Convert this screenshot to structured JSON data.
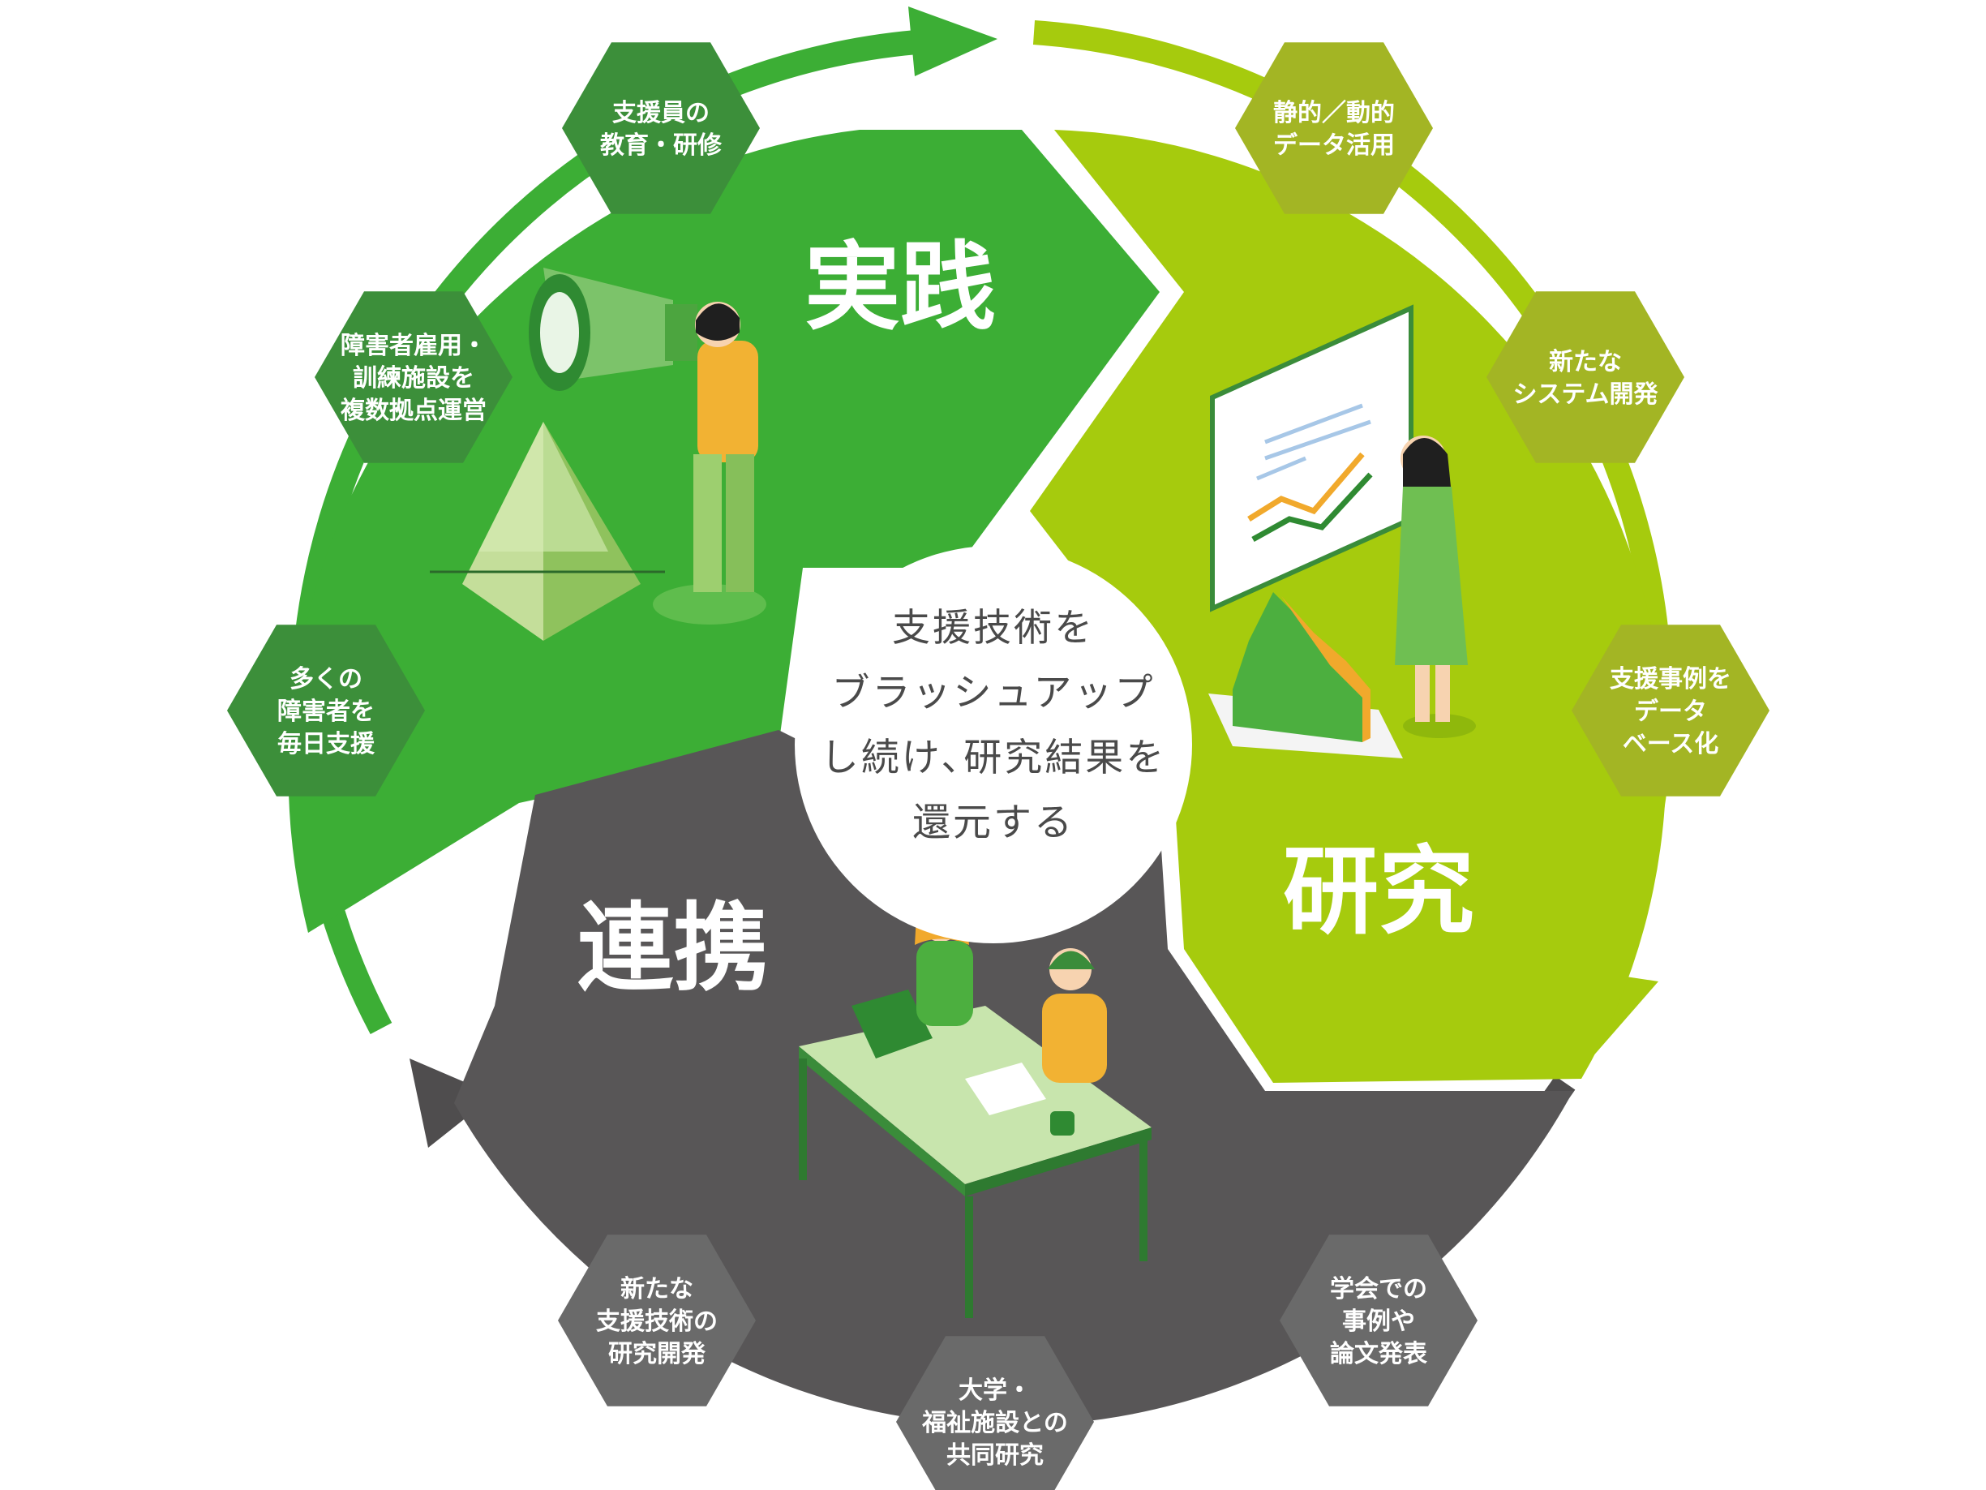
{
  "colors": {
    "practice": "#3cae35",
    "practice_dark": "#3c8f3a",
    "research": "#a6cb0d",
    "research_dark": "#a3b524",
    "collab": "#585657",
    "collab_dark": "#6a6a6a",
    "arrow_practice": "#3cae35",
    "arrow_research": "#a6cb0d",
    "arrow_collab": "#4f4d4e"
  },
  "segments": {
    "practice_label": "実践",
    "research_label": "研究",
    "collab_label": "連携"
  },
  "center": {
    "lines": [
      "支援技術を",
      "ブラッシュアップ",
      "し続け､研究結果を",
      "還元する"
    ]
  },
  "hexagons": [
    {
      "id": "hex-staff-training",
      "lines": [
        "支援員の",
        "教育・研修"
      ],
      "group": "practice"
    },
    {
      "id": "hex-multi-site",
      "lines": [
        "障害者雇用・",
        "訓練施設を",
        "複数拠点運営"
      ],
      "group": "practice"
    },
    {
      "id": "hex-daily-support",
      "lines": [
        "多くの",
        "障害者を",
        "毎日支援"
      ],
      "group": "practice"
    },
    {
      "id": "hex-data-use",
      "lines": [
        "静的／動的",
        "データ活用"
      ],
      "group": "research"
    },
    {
      "id": "hex-new-system",
      "lines": [
        "新たな",
        "システム開発"
      ],
      "group": "research"
    },
    {
      "id": "hex-case-database",
      "lines": [
        "支援事例を",
        "データ",
        "ベース化"
      ],
      "group": "research"
    },
    {
      "id": "hex-conference",
      "lines": [
        "学会での",
        "事例や",
        "論文発表"
      ],
      "group": "collab"
    },
    {
      "id": "hex-joint-research",
      "lines": [
        "大学・",
        "福祉施設との",
        "共同研究"
      ],
      "group": "collab"
    },
    {
      "id": "hex-tech-rnd",
      "lines": [
        "新たな",
        "支援技術の",
        "研究開発"
      ],
      "group": "collab"
    }
  ],
  "icons": {
    "megaphone": "megaphone-icon",
    "pyramid": "pyramid-icon",
    "whiteboard": "chart-board-icon",
    "area_chart": "area-chart-icon",
    "desk": "meeting-desk-icon"
  }
}
